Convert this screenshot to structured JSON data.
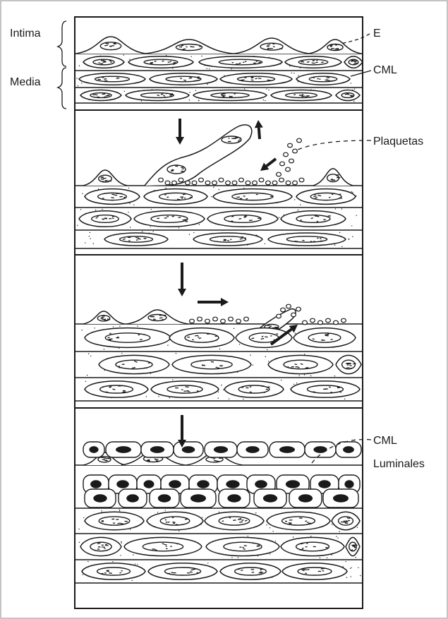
{
  "labels": {
    "intima": "Intima",
    "media": "Media",
    "e": "E",
    "cml": "CML",
    "plaquetas": "Plaquetas",
    "cml_luminales_line1": "CML",
    "cml_luminales_line2": "Luminales"
  },
  "colors": {
    "ink": "#1a1a1a",
    "paper": "#ffffff",
    "frame": "#8a8a8a"
  },
  "panels": [
    {
      "id": "panel-1",
      "description_layers": [
        "endothelium",
        "smooth-muscle",
        "smooth-muscle",
        "smooth-muscle"
      ]
    },
    {
      "id": "panel-2",
      "description_layers": [
        "injured-endothelium-with-platelets",
        "smooth-muscle",
        "smooth-muscle",
        "smooth-muscle"
      ]
    },
    {
      "id": "panel-3",
      "description_layers": [
        "platelet-layer-with-migration",
        "smooth-muscle",
        "smooth-muscle",
        "smooth-muscle"
      ]
    },
    {
      "id": "panel-4",
      "description_layers": [
        "endothelium",
        "luminal-smooth-muscle",
        "luminal-smooth-muscle",
        "smooth-muscle",
        "smooth-muscle",
        "smooth-muscle"
      ]
    }
  ]
}
